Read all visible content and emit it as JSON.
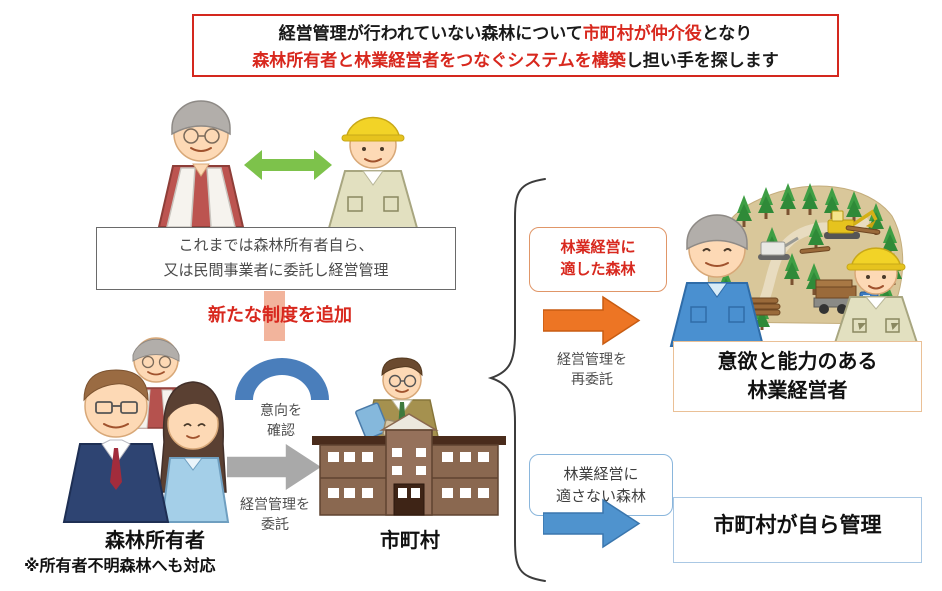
{
  "title": {
    "l1p1": "経営管理が行われていない森林について",
    "l1p2": "市町村が仲介役",
    "l1p3": "となり",
    "l2p1": "森林所有者と林業経営者をつなぐシステムを構築",
    "l2p2": "し担い手を探します"
  },
  "legacy_box": {
    "line1": "これまでは森林所有者自ら、",
    "line2": "又は民間事業者に委託し経営管理"
  },
  "new_system": {
    "label": "新たな制度を追加"
  },
  "left_flow": {
    "owner_label": "森林所有者",
    "owner_note": "※所有者不明森林へも対応",
    "intent_l1": "意向を",
    "intent_l2": "確認",
    "entrust_l1": "経営管理を",
    "entrust_l2": "委託",
    "municipality_label": "市町村"
  },
  "suitable_path": {
    "condition_l1": "林業経営に",
    "condition_l2": "適した森林",
    "arrow_l1": "経営管理を",
    "arrow_l2": "再委託",
    "result_l1": "意欲と能力のある",
    "result_l2": "林業経営者"
  },
  "unsuitable_path": {
    "condition_l1": "林業経営に",
    "condition_l2": "適さない森林",
    "result": "市町村が自ら管理"
  },
  "colors": {
    "title_red": "#d8281e",
    "title_border": "#d4281e",
    "highlight_salmon": "#f2b49c",
    "green_arrow": "#7dc24b",
    "blue_arc": "#4a7ebb",
    "gray_arrow": "#a9a9a9",
    "orange_arrow": "#ed7524",
    "orange_box_border": "#e09668",
    "blue_arrow": "#4f93ce",
    "blue_box_border": "#8ab6dc",
    "result1_border": "#eac096",
    "result2_border": "#aac8e4"
  },
  "icons": {
    "green-double-arrow": "↔",
    "intent-arc": "arch",
    "gray-arrow": "→",
    "orange-arrow": "→",
    "blue-arrow": "→",
    "curly-brace": "{",
    "new-system-highlight": "vertical-bar"
  },
  "illustrations": {
    "elderly-owner": "elderly man, glasses, white vest over red shirt",
    "forestry-worker": "young worker with yellow hard hat",
    "forest-owners-group": "man in navy suit, elderly man, woman in light blue",
    "municipality-office": "official holding documents above town-hall building",
    "forest-worksite": "forest with excavator, machinery, log truck and timber",
    "elderly-forester": "senior forestry operator in blue workwear",
    "young-forester": "young forestry operator with yellow helmet"
  }
}
